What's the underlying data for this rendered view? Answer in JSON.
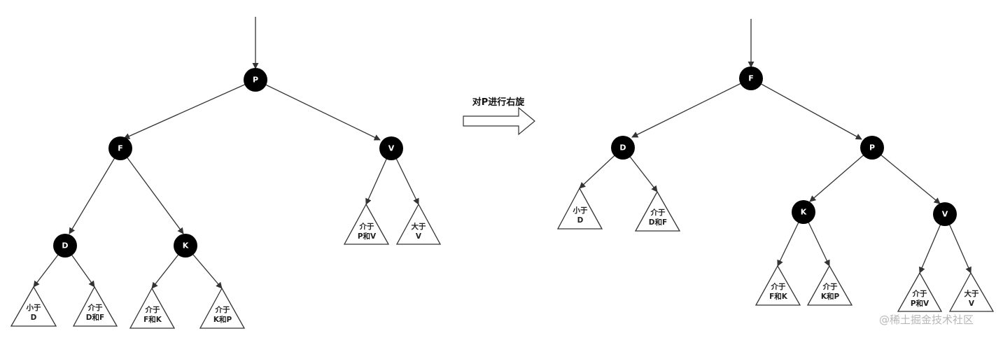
{
  "caption": "对P进行右旋",
  "watermark": "@稀土掘金技术社区",
  "before": {
    "root": "P",
    "node_labels": {
      "P": "P",
      "F": "F",
      "V": "V",
      "D": "D",
      "K": "K"
    },
    "subtrees": [
      {
        "id": "lt-d",
        "lines": [
          "小于",
          "D"
        ]
      },
      {
        "id": "df",
        "lines": [
          "介于",
          "D和F"
        ]
      },
      {
        "id": "fk",
        "lines": [
          "介于",
          "F和K"
        ]
      },
      {
        "id": "kp",
        "lines": [
          "介于",
          "K和P"
        ]
      },
      {
        "id": "pv",
        "lines": [
          "介于",
          "P和V"
        ]
      },
      {
        "id": "gt-v",
        "lines": [
          "大于",
          "V"
        ]
      }
    ]
  },
  "after": {
    "root": "F",
    "node_labels": {
      "F": "F",
      "D": "D",
      "P": "P",
      "K": "K",
      "V": "V"
    },
    "subtrees": [
      {
        "id": "lt-d",
        "lines": [
          "小于",
          "D"
        ]
      },
      {
        "id": "df",
        "lines": [
          "介于",
          "D和F"
        ]
      },
      {
        "id": "fk",
        "lines": [
          "介于",
          "F和K"
        ]
      },
      {
        "id": "kp",
        "lines": [
          "介于",
          "K和P"
        ]
      },
      {
        "id": "pv",
        "lines": [
          "介于",
          "P和V"
        ]
      },
      {
        "id": "gt-v",
        "lines": [
          "大于",
          "V"
        ]
      }
    ]
  }
}
